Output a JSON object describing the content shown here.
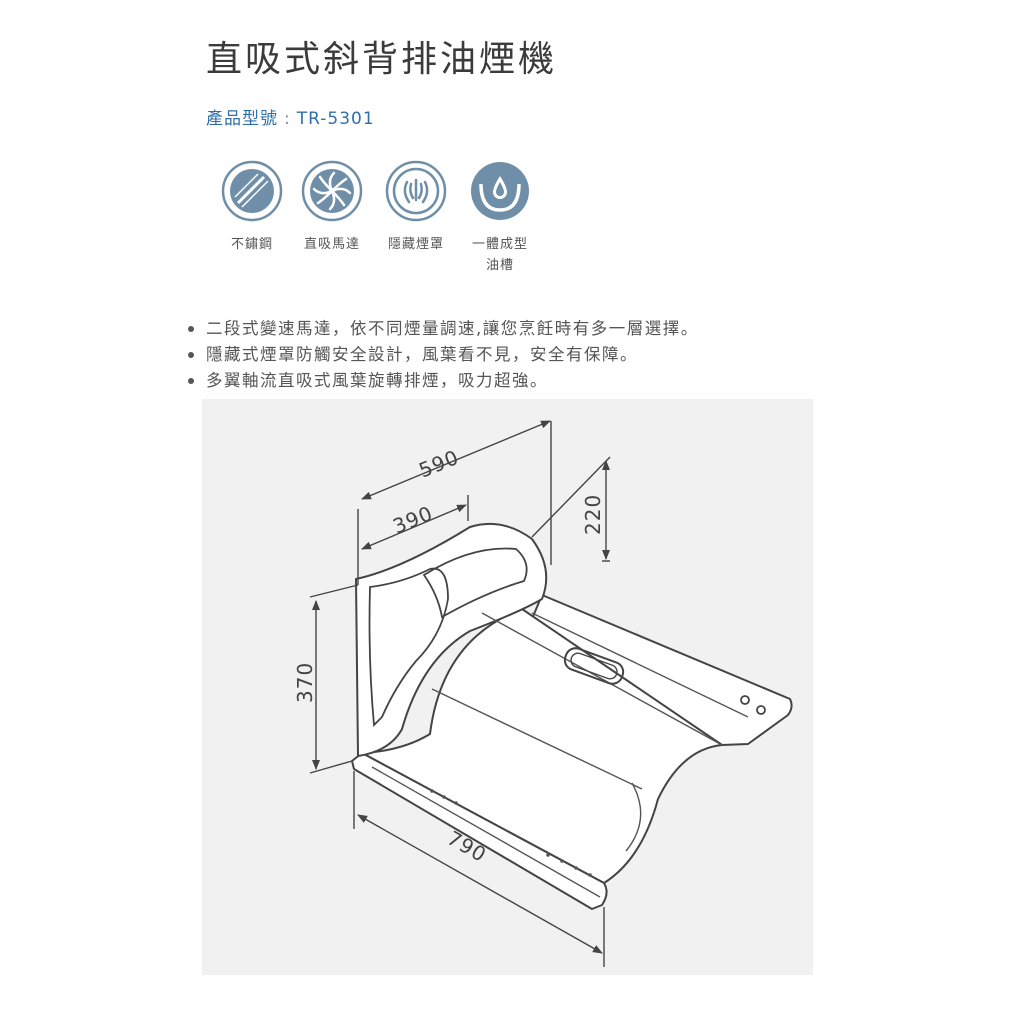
{
  "product": {
    "title": "直吸式斜背排油煙機",
    "model_label": "產品型號",
    "model_sep": ":",
    "model_number": "TR-5301"
  },
  "features": [
    {
      "icon": "stainless-steel-icon",
      "label": "不鏽鋼",
      "label2": ""
    },
    {
      "icon": "fan-motor-icon",
      "label": "直吸馬達",
      "label2": ""
    },
    {
      "icon": "hidden-hood-icon",
      "label": "隱藏煙罩",
      "label2": ""
    },
    {
      "icon": "oil-tray-icon",
      "label": "一體成型",
      "label2": "油槽"
    }
  ],
  "bullets": [
    "二段式變速馬達，依不同煙量調速,讓您烹飪時有多一層選擇。",
    "隱藏式煙罩防觸安全設計，風葉看不見，安全有保障。",
    "多翼軸流直吸式風葉旋轉排煙，吸力超強。"
  ],
  "dimensions": {
    "top_depth": "590",
    "inner_depth": "390",
    "back_height": "220",
    "front_height": "370",
    "width": "790"
  },
  "colors": {
    "icon": "#6f8ea8",
    "model": "#2f6faa",
    "text": "#555555"
  }
}
